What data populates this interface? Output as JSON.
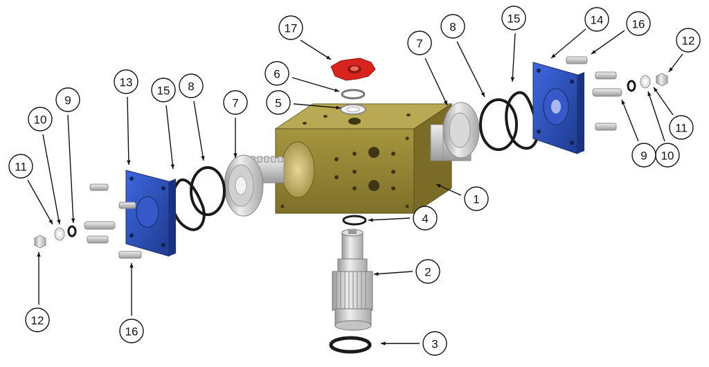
{
  "colors": {
    "body_olive": "#9a8a3a",
    "body_olive_dark": "#6d6124",
    "body_olive_light": "#b9a955",
    "end_cap_blue": "#2f56c9",
    "end_cap_blue_dark": "#1f3b8f",
    "indicator_red": "#d9231e",
    "oring_black": "#1a1a1a",
    "metal_light": "#e2e2e2",
    "metal_mid": "#b8b8b8",
    "metal_dark": "#8a8a8a",
    "callout_line": "#111111"
  },
  "callouts": [
    {
      "label": "1"
    },
    {
      "label": "2"
    },
    {
      "label": "3"
    },
    {
      "label": "4"
    },
    {
      "label": "5"
    },
    {
      "label": "6"
    },
    {
      "label": "7"
    },
    {
      "label": "7"
    },
    {
      "label": "8"
    },
    {
      "label": "8"
    },
    {
      "label": "9"
    },
    {
      "label": "9"
    },
    {
      "label": "10"
    },
    {
      "label": "10"
    },
    {
      "label": "11"
    },
    {
      "label": "11"
    },
    {
      "label": "12"
    },
    {
      "label": "12"
    },
    {
      "label": "13"
    },
    {
      "label": "14"
    },
    {
      "label": "15"
    },
    {
      "label": "15"
    },
    {
      "label": "16"
    },
    {
      "label": "16"
    },
    {
      "label": "17"
    }
  ]
}
